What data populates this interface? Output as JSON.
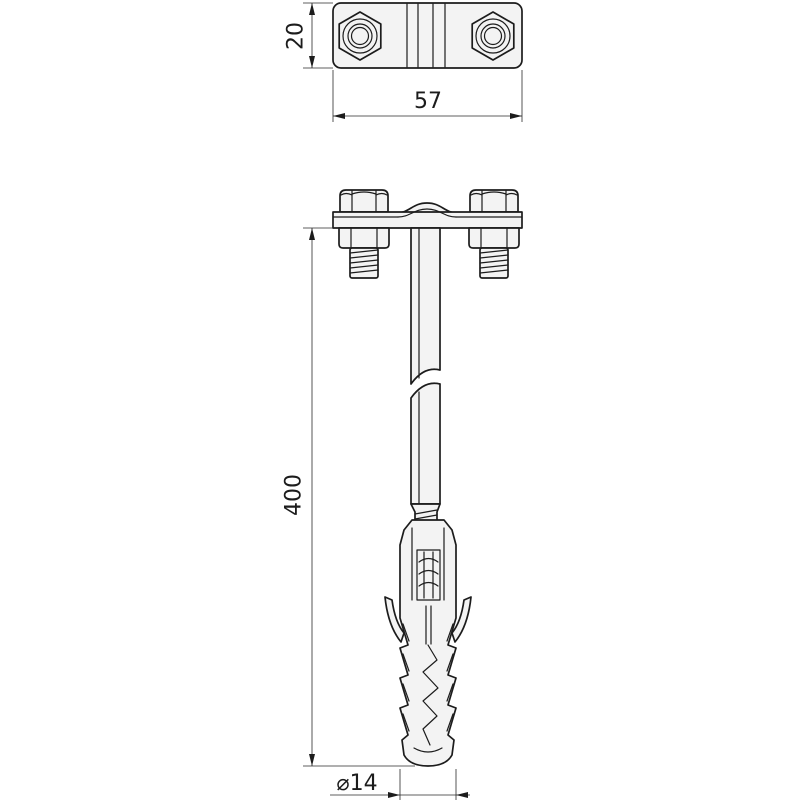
{
  "dimensions": {
    "plate_height": "20",
    "plate_width": "57",
    "overall_length": "400",
    "anchor_diameter": "⌀14"
  }
}
